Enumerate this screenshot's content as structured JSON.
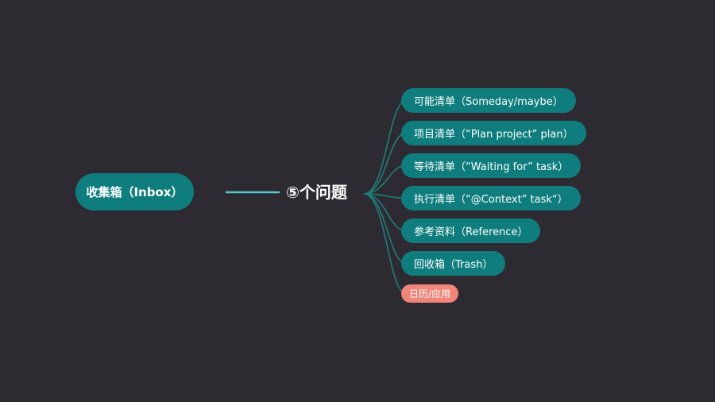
{
  "colors": {
    "background": "#2d2a32",
    "node_fill": "#0f7d7d",
    "accent_node_fill": "#f28579",
    "root_connector": "#4fc9cf",
    "branch_lines": "#1f7f7a",
    "text": "#ffffff"
  },
  "root": {
    "label": "收集箱（Inbox）"
  },
  "hub": {
    "label": "⑤个问题"
  },
  "branches": [
    {
      "label": "可能清单（Someday/maybe）"
    },
    {
      "label": "项目清单（“Plan project” plan）"
    },
    {
      "label": "等待清单（“Waiting for” task）"
    },
    {
      "label": "执行清单（“@Context” task“）"
    },
    {
      "label": "参考资料（Reference）"
    },
    {
      "label": "回收箱（Trash）"
    },
    {
      "label": "日历/应用",
      "accent": true
    }
  ]
}
